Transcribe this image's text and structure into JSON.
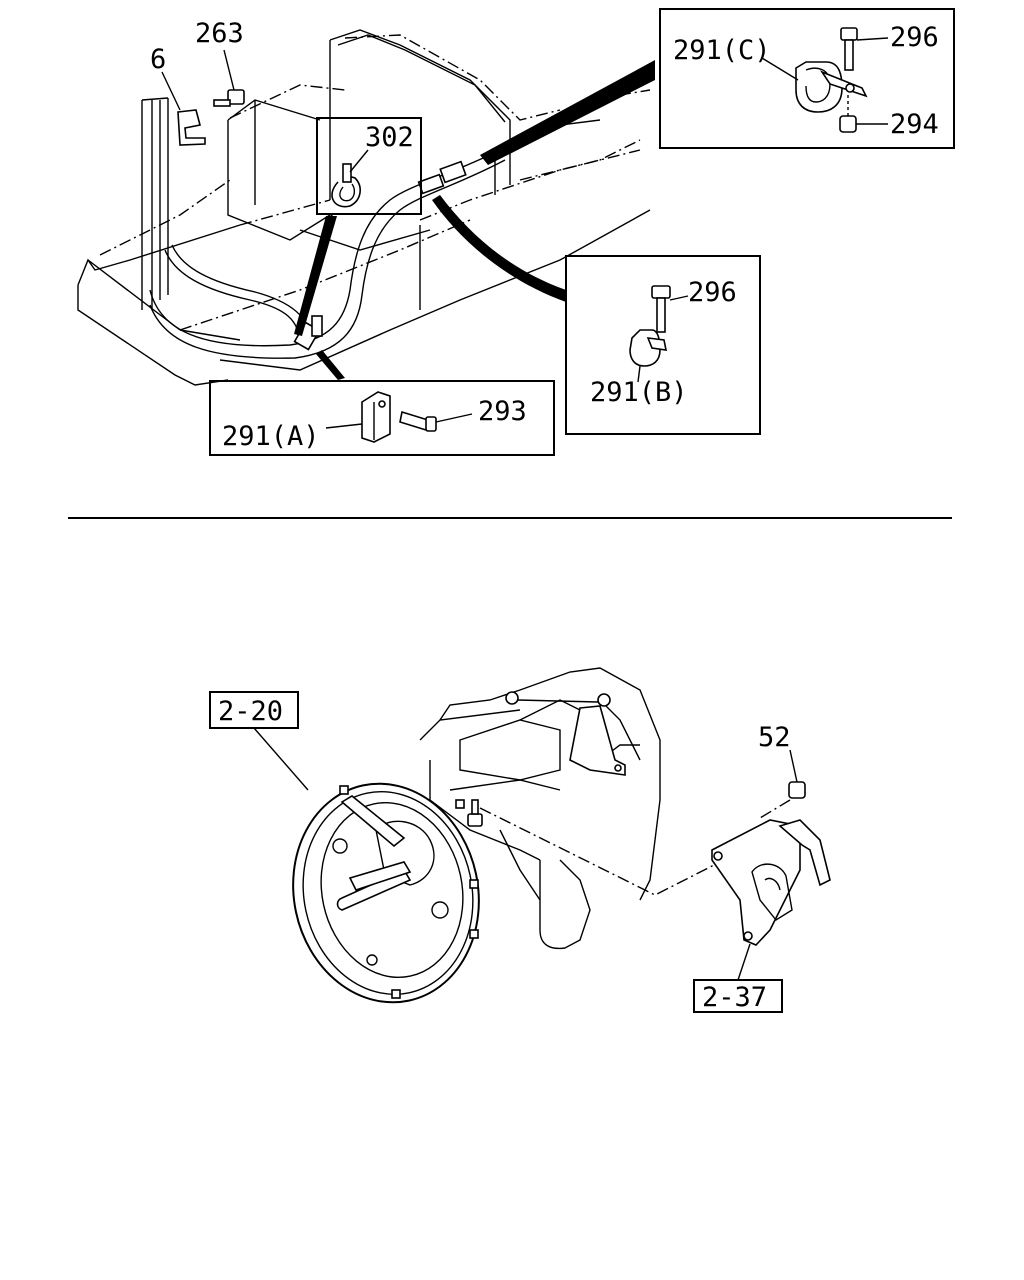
{
  "top_view": {
    "callouts": {
      "c6": "6",
      "c263": "263",
      "c302": "302",
      "c296_c": "296",
      "c291c": "291(C)",
      "c294": "294",
      "c296_b": "296",
      "c291b": "291(B)",
      "c291a": "291(A)",
      "c293": "293"
    }
  },
  "bottom_view": {
    "refs": {
      "r2_20": "2-20",
      "r2_37": "2-37"
    },
    "callouts": {
      "c52": "52"
    }
  }
}
